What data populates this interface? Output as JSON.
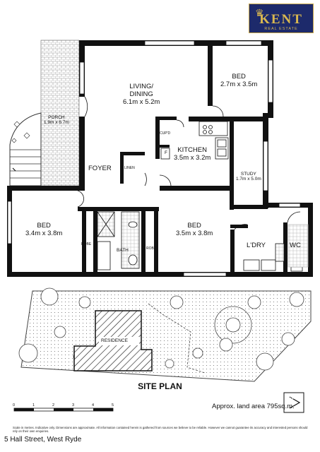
{
  "brand": {
    "name": "KENT",
    "tagline": "REAL ESTATE"
  },
  "rooms": {
    "living": {
      "name": "LIVING/\nDINING",
      "name1": "LIVING/",
      "name2": "DINING",
      "dim": "6.1m x 5.2m"
    },
    "bed_top": {
      "name": "BED",
      "dim": "2.7m x 3.5m"
    },
    "porch": {
      "name": "PORCH",
      "dim": "1.9m x 6.7m"
    },
    "cupd": "CUP'D",
    "f": "F",
    "kitchen": {
      "name": "KITCHEN",
      "dim": "3.5m x 3.2m"
    },
    "foyer": "FOYER",
    "linen": "LINEN",
    "study": {
      "name": "STUDY",
      "dim": "1.7m x 5.0m"
    },
    "bed_left": {
      "name": "BED",
      "dim": "3.4m x 3.8m"
    },
    "robe_left": "ROBE",
    "bath": "BATH",
    "robe_mid": "ROBE",
    "bed_mid": {
      "name": "BED",
      "dim": "3.5m x 3.8m"
    },
    "ldry": "L'DRY",
    "wc": "WC"
  },
  "site_plan": {
    "residence": "RESIDENCE",
    "title": "SITE PLAN",
    "land_area": "Approx. land area 795sq.m."
  },
  "scale": {
    "ticks": [
      "0",
      "1",
      "2",
      "3",
      "4",
      "5"
    ],
    "unit": "Scale in metres. Indicative only. Dimensions are approximate. All information contained herein is gathered from sources we believe to be reliable. However we cannot guarantee its accuracy and interested persons should rely on their own enquiries.",
    "unit_short": "Scale in metres"
  },
  "north_label": "N",
  "address": "5 Hall Street, West Ryde"
}
